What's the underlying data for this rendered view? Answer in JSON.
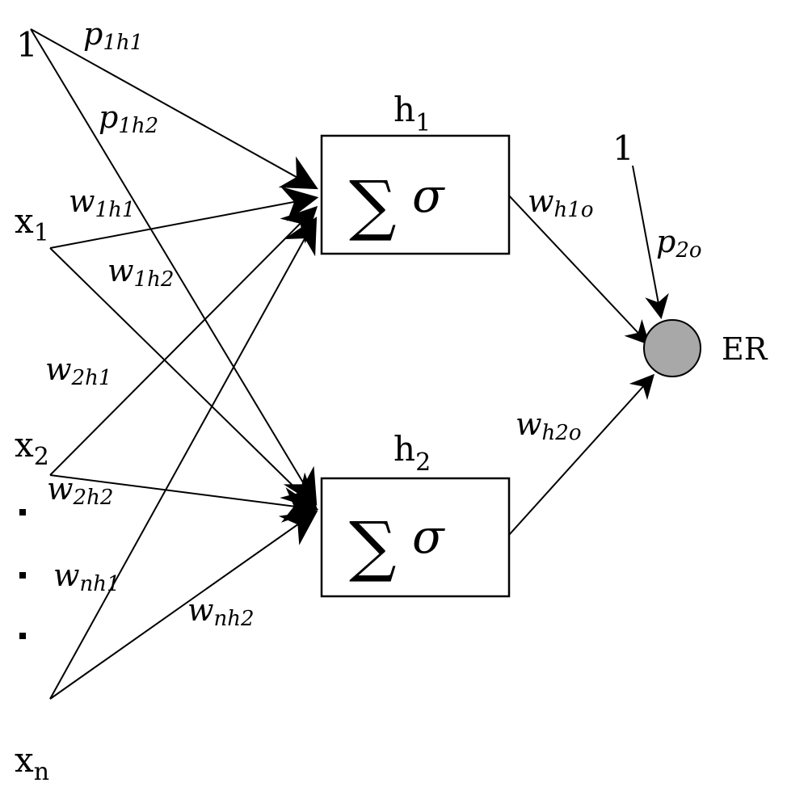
{
  "inputs": {
    "bias": "1",
    "x1": {
      "base": "x",
      "sub": "1"
    },
    "x2": {
      "base": "x",
      "sub": "2"
    },
    "xn": {
      "base": "x",
      "sub": "n"
    }
  },
  "hidden": [
    {
      "label": {
        "base": "h",
        "sub": "1"
      },
      "sigma": "∑",
      "activation": "σ"
    },
    {
      "label": {
        "base": "h",
        "sub": "2"
      },
      "sigma": "∑",
      "activation": "σ"
    }
  ],
  "output": {
    "label": "ER",
    "bias": "1",
    "color": "#a8a8a8"
  },
  "weights": {
    "p1h1": {
      "base": "p",
      "sub": "1h1"
    },
    "p1h2": {
      "base": "p",
      "sub": "1h2"
    },
    "w1h1": {
      "base": "w",
      "sub": "1h1"
    },
    "w1h2": {
      "base": "w",
      "sub": "1h2"
    },
    "w2h1": {
      "base": "w",
      "sub": "2h1"
    },
    "w2h2": {
      "base": "w",
      "sub": "2h2"
    },
    "wnh1": {
      "base": "w",
      "sub": "nh1"
    },
    "wnh2": {
      "base": "w",
      "sub": "nh2"
    },
    "wh1o": {
      "base": "w",
      "sub": "h1o"
    },
    "wh2o": {
      "base": "w",
      "sub": "h2o"
    },
    "p2o": {
      "base": "p",
      "sub": "2o"
    }
  }
}
